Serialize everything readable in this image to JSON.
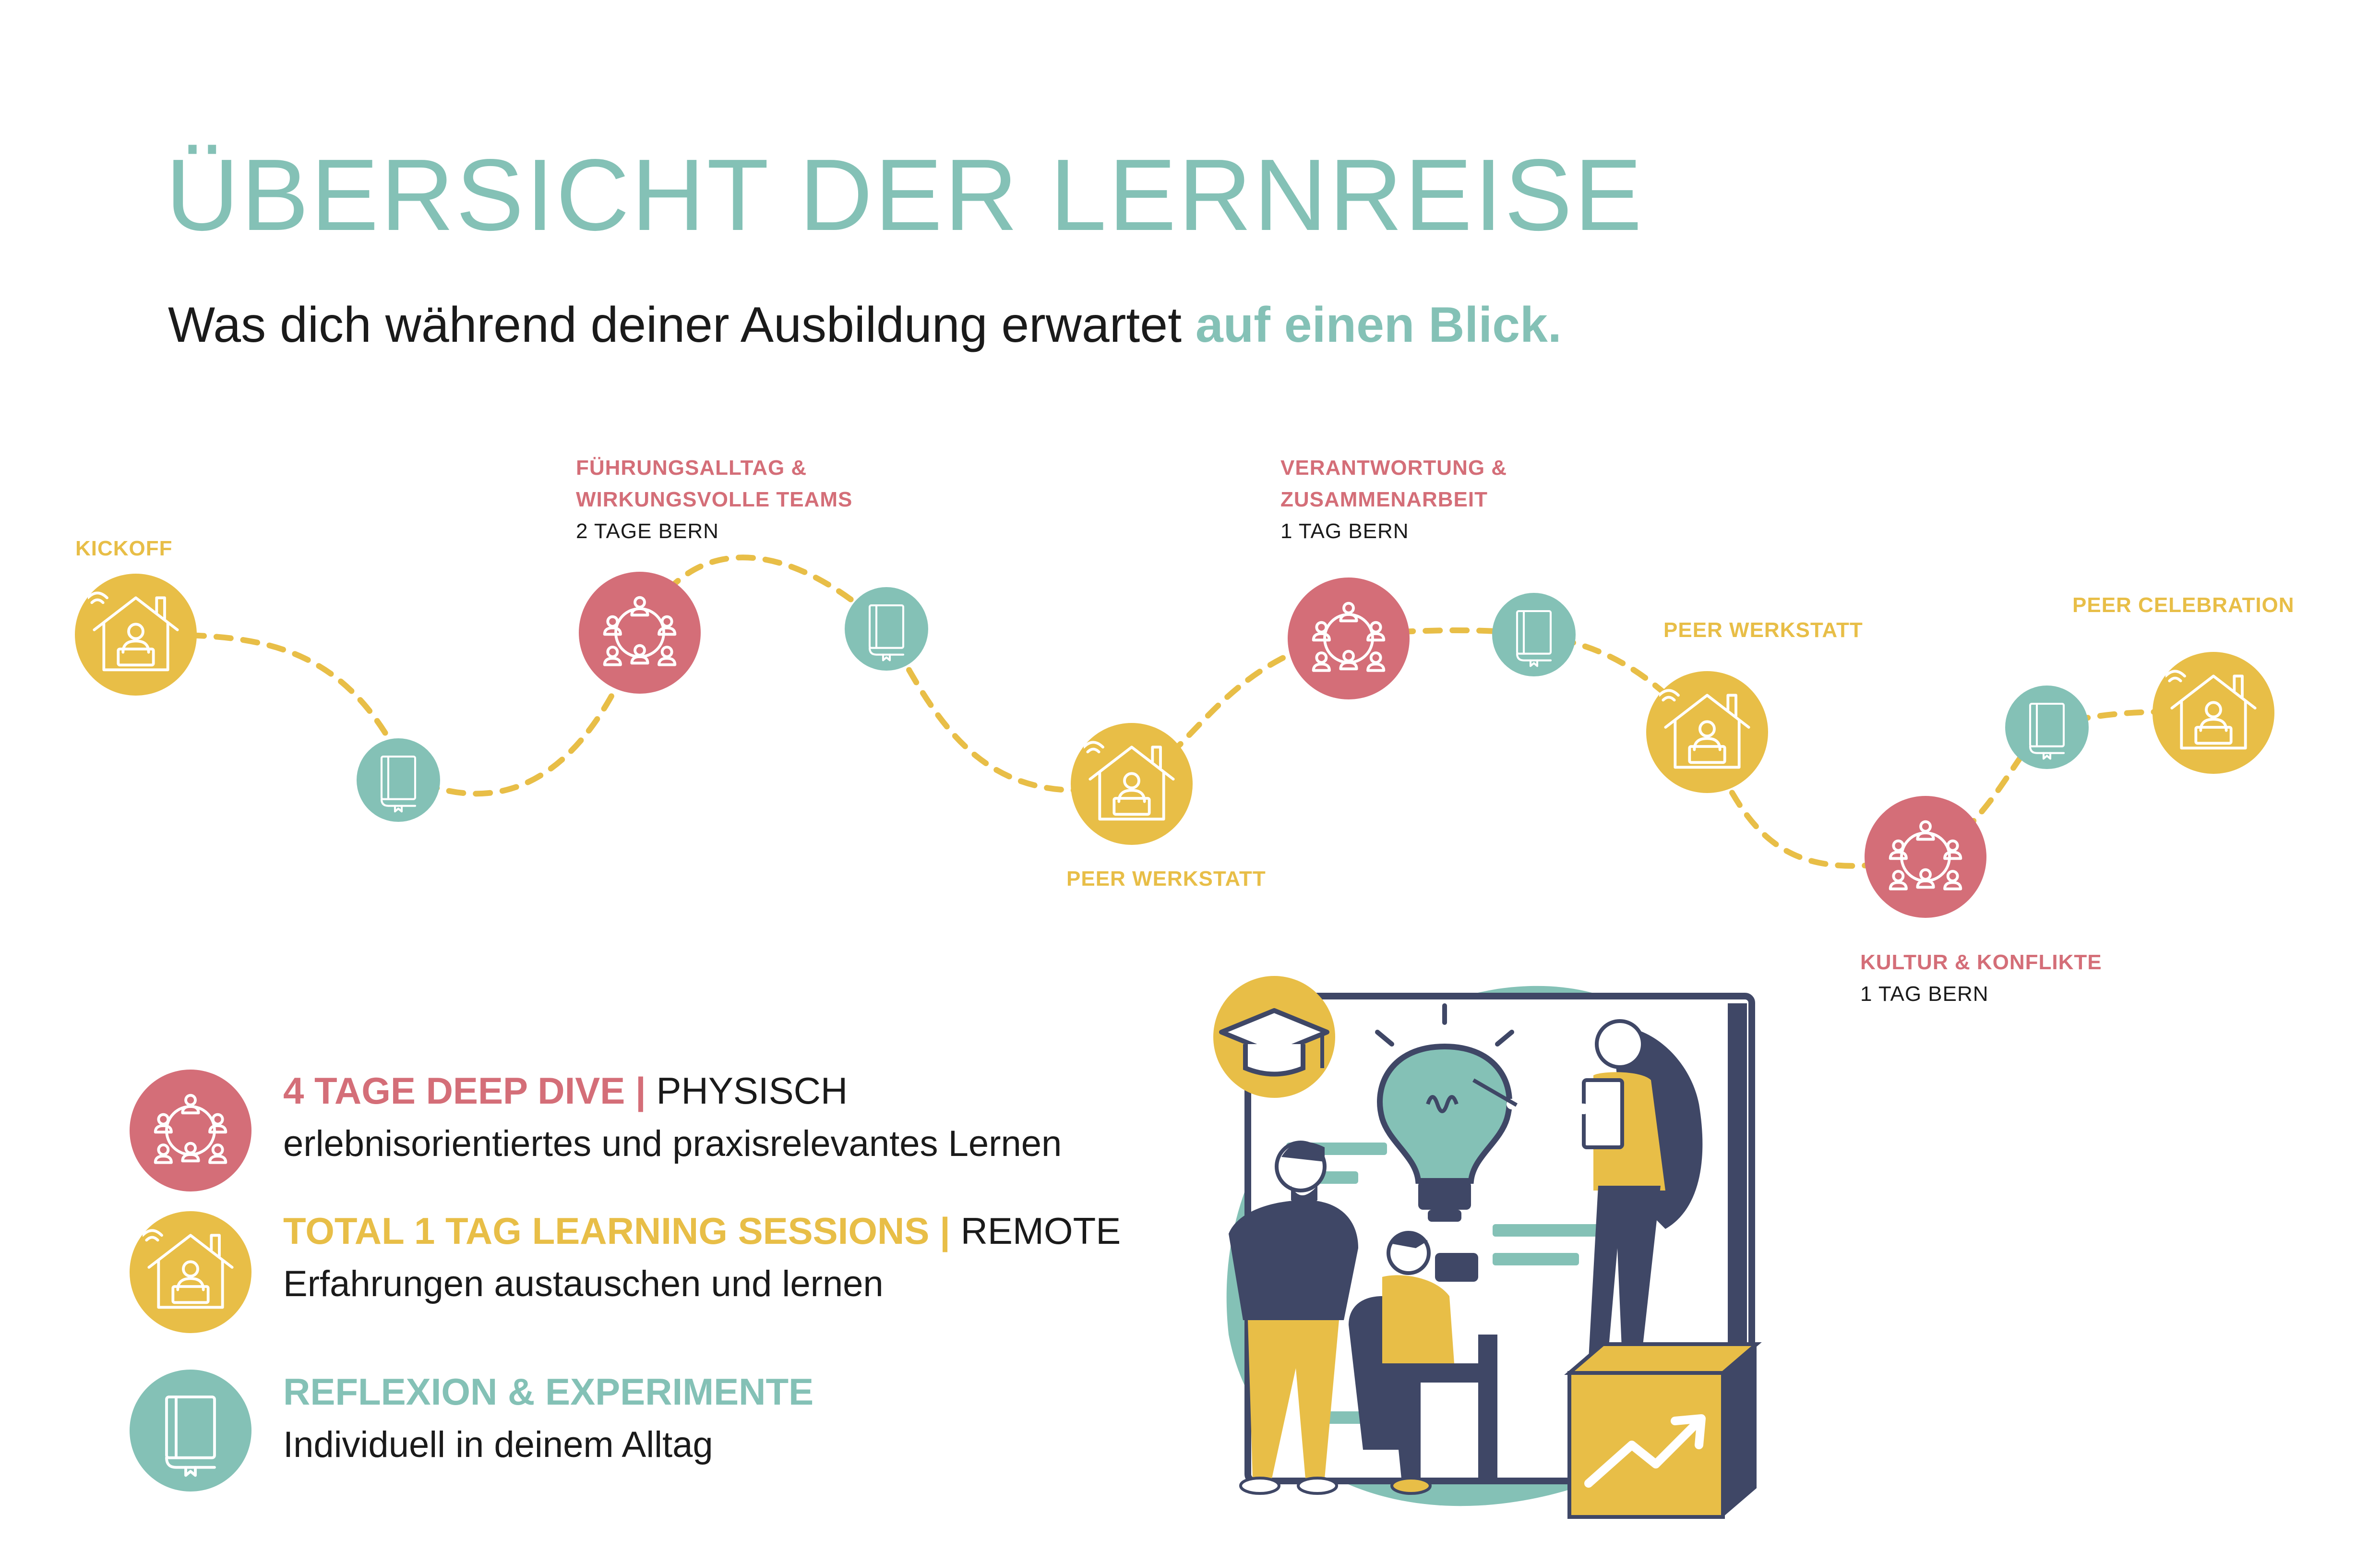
{
  "header": {
    "title": "ÜBERSICHT DER LERNREISE",
    "subtitle_main": "Was dich während deiner Ausbildung erwartet",
    "subtitle_accent": "auf einen Blick."
  },
  "colors": {
    "red": "#d46e78",
    "yellow": "#e8be47",
    "teal": "#84c1b6",
    "navy": "#3f4766"
  },
  "stations": [
    {
      "type": "remote",
      "icon": "home-office-icon",
      "title": "KICKOFF",
      "subtitle": ""
    },
    {
      "type": "reflexion",
      "icon": "book-icon",
      "title": "",
      "subtitle": ""
    },
    {
      "type": "physisch",
      "icon": "team-network-icon",
      "title_line1": "FÜHRUNGSALLTAG &",
      "title_line2": "WIRKUNGSVOLLE TEAMS",
      "subtitle": "2 TAGE BERN"
    },
    {
      "type": "reflexion",
      "icon": "book-icon",
      "title": "",
      "subtitle": ""
    },
    {
      "type": "remote",
      "icon": "home-office-icon",
      "title": "PEER WERKSTATT",
      "subtitle": ""
    },
    {
      "type": "physisch",
      "icon": "team-network-icon",
      "title_line1": "VERANTWORTUNG &",
      "title_line2": "ZUSAMMENARBEIT",
      "subtitle": "1 TAG BERN"
    },
    {
      "type": "reflexion",
      "icon": "book-icon",
      "title": "",
      "subtitle": ""
    },
    {
      "type": "remote",
      "icon": "home-office-icon",
      "title": "PEER WERKSTATT",
      "subtitle": ""
    },
    {
      "type": "physisch",
      "icon": "team-network-icon",
      "title": "KULTUR & KONFLIKTE",
      "subtitle": "1 TAG BERN"
    },
    {
      "type": "reflexion",
      "icon": "book-icon",
      "title": "",
      "subtitle": ""
    },
    {
      "type": "remote",
      "icon": "home-office-icon",
      "title": "PEER CELEBRATION",
      "subtitle": ""
    }
  ],
  "legend": [
    {
      "icon": "team-network-icon",
      "heading": "4 TAGE DEEP DIVE",
      "separator": "|",
      "mode": "PHYSISCH",
      "description": "erlebnisorientiertes und praxisrelevantes Lernen"
    },
    {
      "icon": "home-office-icon",
      "heading": "TOTAL 1 TAG LEARNING SESSIONS",
      "separator": "|",
      "mode": "REMOTE",
      "description": "Erfahrungen austauschen und lernen"
    },
    {
      "icon": "book-icon",
      "heading": "REFLEXION & EXPERIMENTE",
      "separator": "",
      "mode": "",
      "description": "Individuell in deinem Alltag"
    }
  ]
}
